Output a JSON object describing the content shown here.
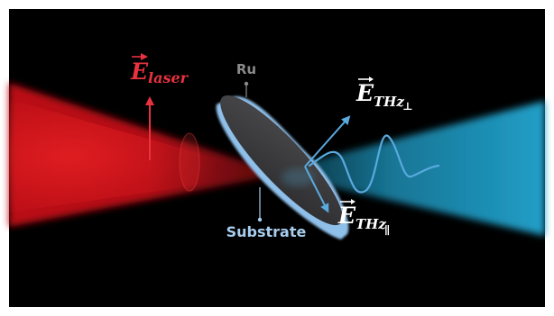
{
  "labels": {
    "ru": "Ru",
    "substrate": "Substrate",
    "e_laser": {
      "symbol": "E",
      "subscript": "laser"
    },
    "e_thz_perp": {
      "symbol": "E",
      "subscript": "THz",
      "sub_mark": "⊥"
    },
    "e_thz_par": {
      "symbol": "E",
      "subscript": "THz",
      "sub_mark": "∥"
    }
  },
  "colors": {
    "background": "#000000",
    "frame": "#ffffff",
    "laser_beam": "#e0141b",
    "laser_label": "#e8323f",
    "thz_beam": "#1fa0c8",
    "thz_vectors": "#5aa9df",
    "label_white": "#ffffff",
    "ru_label": "#8a8a8a",
    "substrate_label": "#a8cdee",
    "disc_top": "#3a3a3c",
    "disc_edge": "#9cc7ee"
  },
  "icons": {
    "laser_field": "arrow-up-icon",
    "thz_perp": "arrow-up-right-icon",
    "thz_par": "arrow-down-right-icon"
  }
}
